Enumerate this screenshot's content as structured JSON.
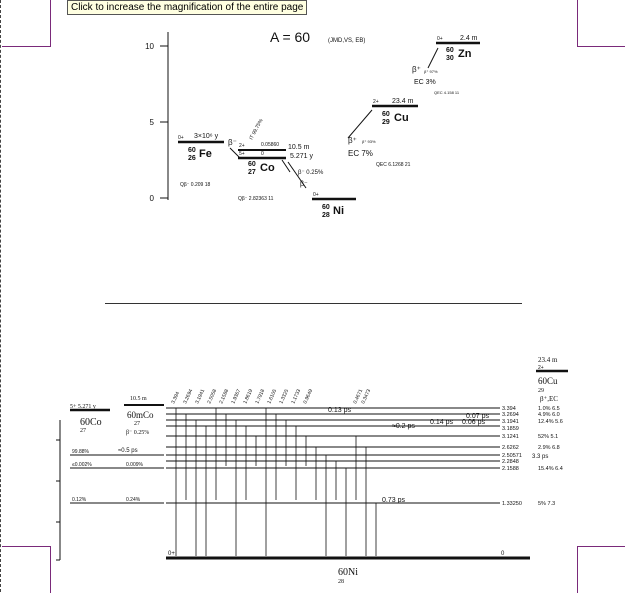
{
  "tooltip": {
    "text": "Click to increase the magnification of the entire page"
  },
  "top_diagram": {
    "title": "A = 60",
    "source": "(JMD,VS, EB)",
    "axis_ticks": [
      "10",
      "5",
      "0"
    ],
    "fe": {
      "spin": "0+",
      "halflife": "3×10⁶ y",
      "mass": "60",
      "z": "26",
      "sym": "Fe",
      "q": "Qβ⁻ 0.209  18"
    },
    "co": {
      "spin1": "2+",
      "spin2": "5+",
      "e1": "0.05860",
      "e2": "0",
      "halflife1": "10.5 m",
      "halflife2": "5.271 y",
      "mass": "60",
      "z": "27",
      "sym": "Co",
      "it": "IT 99.75%",
      "bminus": "β⁻ 0.25%",
      "q": "Qβ⁻ 2.82363  11"
    },
    "ni": {
      "spin": "0+",
      "mass": "60",
      "z": "28",
      "sym": "Ni"
    },
    "cu": {
      "spin": "2+",
      "halflife": "23.4 m",
      "mass": "60",
      "z": "29",
      "sym": "Cu",
      "bplus": "β⁺ 93%",
      "ec": "EC 7%",
      "q": "QEC 6.1268  21"
    },
    "zn": {
      "spin": "0+",
      "halflife": "2.4 m",
      "mass": "60",
      "z": "30",
      "sym": "Zn",
      "bplus": "β⁺ 97%",
      "ec": "EC 3%",
      "q": "QEC 4.158  11"
    },
    "beta_minus": "β⁻",
    "beta_plus": "β⁺"
  },
  "bottom_diagram": {
    "co_label": "5+ 5.271 y",
    "co_sym": "60Co",
    "co_z": "27",
    "co_m_label": "10.5 m",
    "co_m_sym": "60mCo",
    "co_m_z": "27",
    "co_m_beta": "β⁻ 0.25%",
    "cu_halflife": "23.4 m",
    "cu_spin": "2+",
    "cu_sym": "60Cu",
    "cu_z": "29",
    "cu_decay": "β⁺,EC",
    "ni_sym": "60Ni",
    "ni_z": "28",
    "ground_spin": "0+",
    "ground_energy": "0",
    "mid_labels": {
      "l1": "0.13 ps",
      "l2": "≈0.2 ps",
      "l3": "0.14 ps",
      "l4": "0.06 ps",
      "l5": "0.07 ps",
      "l6": "≈0.5 ps",
      "l7": "3.3 ps",
      "l8": "0.73 ps"
    },
    "left_branches": [
      "99.88%",
      "≤0.002%",
      "0.12%",
      "0.24%",
      "0.009%"
    ],
    "levels": [
      {
        "energy": "3.394",
        "feed": "1.0% 6.5"
      },
      {
        "energy": "3.2694",
        "feed": "4.9% 6.0"
      },
      {
        "energy": "3.1941",
        "feed": "12.4% 5.6"
      },
      {
        "energy": "3.1859",
        "feed": ""
      },
      {
        "energy": "3.1241",
        "feed": "52% 5.1"
      },
      {
        "energy": "2.6262",
        "feed": "2.9% 6.8"
      },
      {
        "energy": "2.50571",
        "feed": ""
      },
      {
        "energy": "2.2848",
        "feed": ""
      },
      {
        "energy": "2.1588",
        "feed": "15.4% 6.4"
      },
      {
        "energy": "1.33250",
        "feed": "5% 7.3"
      }
    ]
  }
}
